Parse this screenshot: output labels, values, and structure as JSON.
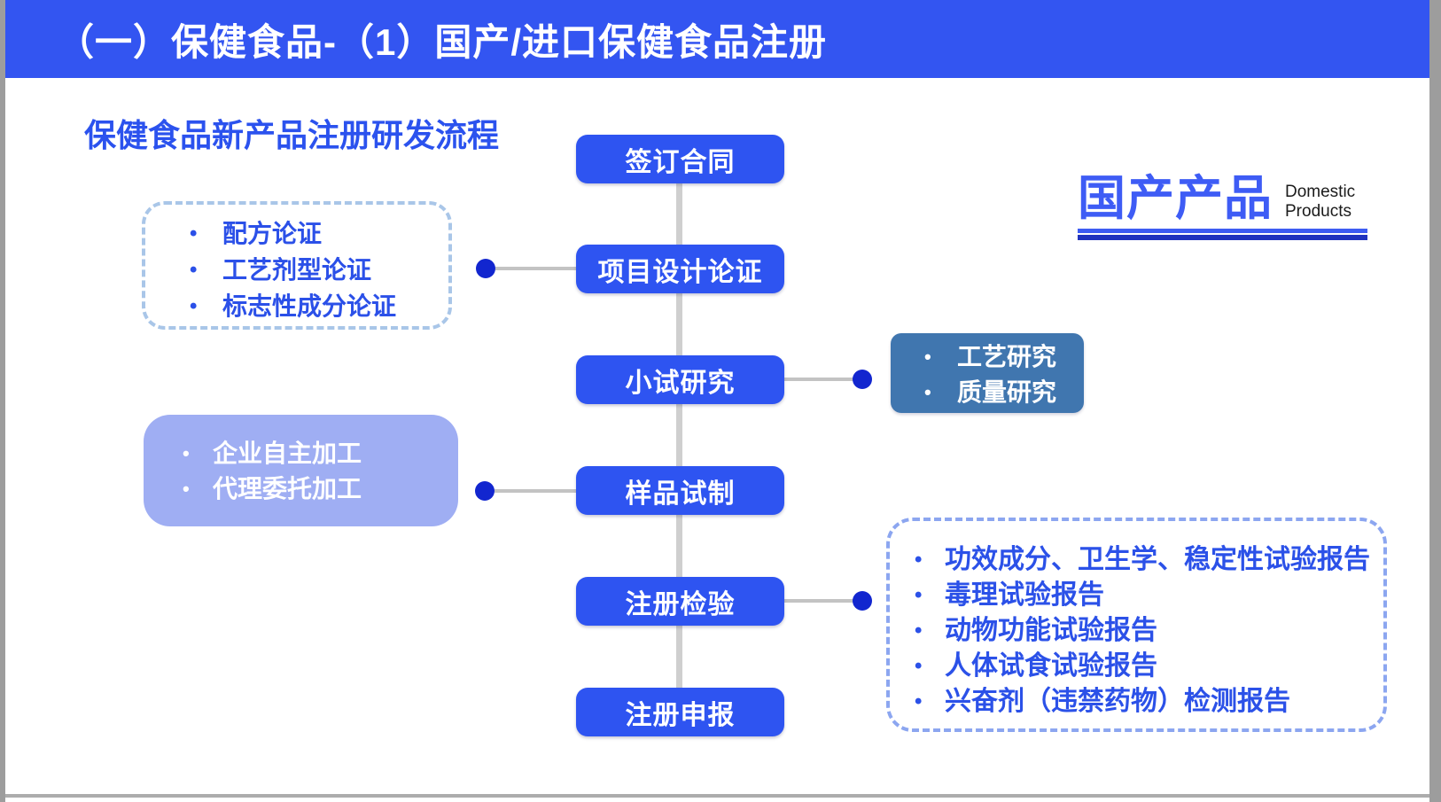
{
  "header": {
    "title": "（一）保健食品-（1）国产/进口保健食品注册",
    "subtitle": "保健食品新产品注册研发流程"
  },
  "badge": {
    "title_cn": "国产产品",
    "subtitle_en": [
      "Domestic",
      "Products"
    ]
  },
  "flow": {
    "steps": [
      "签订合同",
      "项目设计论证",
      "小试研究",
      "样品试制",
      "注册检验",
      "注册申报"
    ]
  },
  "callouts": {
    "design_argumentation": {
      "items": [
        "配方论证",
        "工艺剂型论证",
        "标志性成分论证"
      ]
    },
    "pilot_research": {
      "items": [
        "工艺研究",
        "质量研究"
      ]
    },
    "sample_processing": {
      "items": [
        "企业自主加工",
        "代理委托加工"
      ]
    },
    "registration_test_reports": {
      "items": [
        "功效成分、卫生学、稳定性试验报告",
        "毒理试验报告",
        "动物功能试验报告",
        "人体试食试验报告",
        "兴奋剂（违禁药物）检测报告"
      ]
    }
  },
  "colors": {
    "banner_blue": "#3355F1",
    "step_blue": "#2E54F1",
    "dot_blue": "#1226CF",
    "steel_blue": "#4076AF",
    "periwinkle": "#9FAEF3",
    "text_blue": "#2B50E8",
    "dashed_border_light": "#A9C6E8",
    "dashed_border_periwinkle": "#8CA6F0",
    "connector_gray": "#C8C8C8",
    "underline_navy": "#2033BE"
  }
}
